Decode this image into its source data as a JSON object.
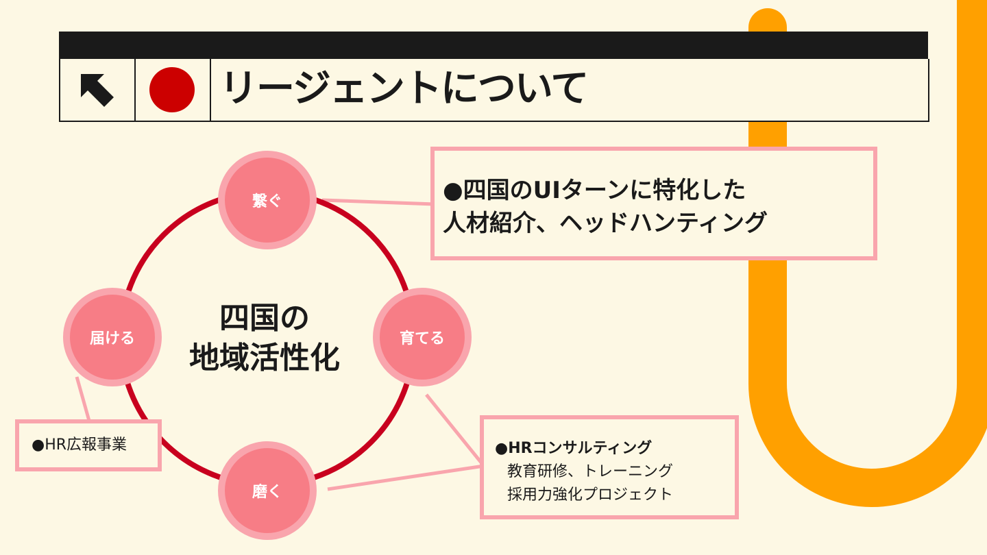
{
  "header": {
    "title": "リージェントについて",
    "arrow_icon": "arrow-up-left-icon",
    "dot_color": "#cc0000"
  },
  "diagram": {
    "center_line1": "四国の",
    "center_line2": "地域活性化",
    "nodes": {
      "top": "繋ぐ",
      "right": "育てる",
      "bottom": "磨く",
      "left": "届ける"
    },
    "boxes": {
      "top": {
        "line1": "●四国のUIターンに特化した",
        "line2": "人材紹介、ヘッドハンティング"
      },
      "right": {
        "line1": "●HRコンサルティング",
        "line2": "教育研修、トレーニング",
        "line3": "採用力強化プロジェクト"
      },
      "left": {
        "line1": "●HR広報事業"
      }
    }
  },
  "colors": {
    "background": "#fdf8e4",
    "ring": "#c8001e",
    "node_fill": "#f77d86",
    "node_border": "#f9a5ad",
    "accent_orange": "#ffa000",
    "header_dark": "#1a1a1a"
  }
}
